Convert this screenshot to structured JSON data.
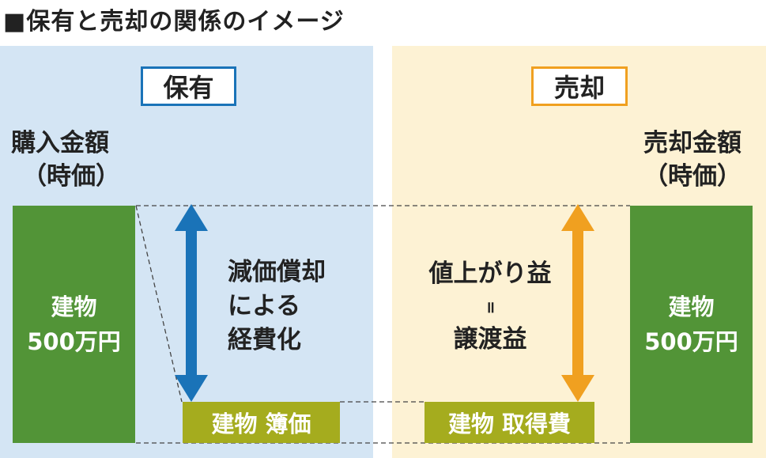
{
  "title": "■保有と売却の関係のイメージ",
  "hold": {
    "header": "保有",
    "purchase_label_line1": "購入金額",
    "purchase_label_line2": "（時価）",
    "building_label": "建物",
    "building_value": "500万円",
    "depreciation_line1": "減価償却",
    "depreciation_line2": "による",
    "depreciation_line3": "経費化",
    "book_value_label": "建物 簿価"
  },
  "sale": {
    "header": "売却",
    "sale_label_line1": "売却金額",
    "sale_label_line2": "（時価）",
    "building_label": "建物",
    "building_value": "500万円",
    "gain_line1": "値上がり益",
    "gain_equals": "॥",
    "gain_line2": "譲渡益",
    "acquisition_cost_label": "建物 取得費"
  },
  "colors": {
    "hold_panel": "#d4e5f4",
    "sale_panel": "#fdf2d4",
    "hold_accent": "#1a73b8",
    "sale_accent": "#f0a020",
    "building_green": "#529437",
    "book_olive": "#a5ac1e"
  }
}
